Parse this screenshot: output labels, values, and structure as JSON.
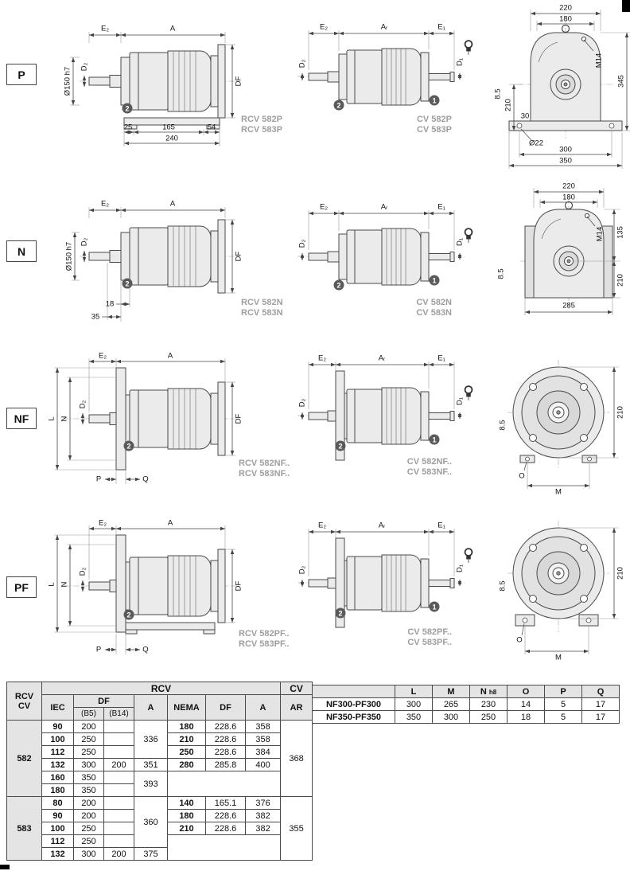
{
  "rows": {
    "p": {
      "label": "P",
      "left": {
        "e2": "E₂",
        "a": "A",
        "shaft": "Ø150 h7",
        "d2": "D₂",
        "df": "DF",
        "badge": "2",
        "d25": "25",
        "d165": "165",
        "d54": "54",
        "d240": "240",
        "cap1": "RCV 582P",
        "cap2": "RCV 583P"
      },
      "mid": {
        "e2": "E₂",
        "ar": "Aᵣ",
        "e1": "E₁",
        "d2": "D₂",
        "d1": "D₁",
        "badge2": "2",
        "badge1": "1",
        "cap1": "CV 582P",
        "cap2": "CV 583P"
      },
      "end": {
        "d220": "220",
        "d180": "180",
        "m14": "M14",
        "d345": "345",
        "d85": "8.5",
        "d210": "210",
        "d30": "30",
        "d22": "Ø22",
        "d300": "300",
        "d350": "350"
      }
    },
    "n": {
      "label": "N",
      "left": {
        "e2": "E₂",
        "a": "A",
        "shaft": "Ø150 h7",
        "d2": "D₂",
        "df": "DF",
        "badge": "2",
        "d18": "18",
        "d35": "35",
        "cap1": "RCV 582N",
        "cap2": "RCV 583N"
      },
      "mid": {
        "e2": "E₂",
        "ar": "Aᵣ",
        "e1": "E₁",
        "d2": "D₂",
        "d1": "D₁",
        "badge2": "2",
        "badge1": "1",
        "cap1": "CV 582N",
        "cap2": "CV 583N"
      },
      "end": {
        "d220": "220",
        "d180": "180",
        "m14": "M14",
        "d135": "135",
        "d210": "210",
        "d85": "8.5",
        "d285": "285"
      }
    },
    "nf": {
      "label": "NF",
      "left": {
        "e2": "E₂",
        "a": "A",
        "l": "L",
        "n": "N",
        "d2": "D₂",
        "df": "DF",
        "badge": "2",
        "p": "P",
        "q": "Q",
        "cap1": "RCV 582NF..",
        "cap2": "RCV 583NF.."
      },
      "mid": {
        "e2": "E₂",
        "ar": "Aᵣ",
        "e1": "E₁",
        "d2": "D₂",
        "d1": "D₁",
        "badge2": "2",
        "badge1": "1",
        "cap1": "CV 582NF..",
        "cap2": "CV 583NF.."
      },
      "end": {
        "d210": "210",
        "o": "O",
        "m": "M",
        "d85": "8.5"
      }
    },
    "pf": {
      "label": "PF",
      "left": {
        "e2": "E₂",
        "a": "A",
        "l": "L",
        "n": "N",
        "d2": "D₂",
        "df": "DF",
        "badge": "2",
        "p": "P",
        "q": "Q",
        "cap1": "RCV 582PF..",
        "cap2": "RCV 583PF.."
      },
      "mid": {
        "e2": "E₂",
        "ar": "Aᵣ",
        "e1": "E₁",
        "d2": "D₂",
        "d1": "D₁",
        "badge2": "2",
        "badge1": "1",
        "cap1": "CV 582PF..",
        "cap2": "CV 583PF.."
      },
      "end": {
        "d210": "210",
        "o": "O",
        "m": "M",
        "d85": "8.5"
      }
    }
  },
  "lt": {
    "corner1": "RCV",
    "corner2": "CV",
    "title_rcv": "RCV",
    "title_cv": "CV",
    "h_iec": "IEC",
    "h_df": "DF",
    "h_b5": "(B5)",
    "h_b14": "(B14)",
    "h_a": "A",
    "h_nema": "NEMA",
    "h_df2": "DF",
    "h_a2": "A",
    "h_ar": "AR",
    "g582": {
      "name": "582",
      "ar": "368",
      "iec": [
        "90",
        "100",
        "112",
        "132",
        "160",
        "180"
      ],
      "b5": [
        "200",
        "250",
        "250",
        "300",
        "350",
        "350"
      ],
      "b14_132": "200",
      "a_90_112": "336",
      "a_132": "351",
      "a_160_180": "393",
      "nema": [
        "180",
        "210",
        "250",
        "280"
      ],
      "df": [
        "228.6",
        "228.6",
        "228.6",
        "285.8"
      ],
      "a2": [
        "358",
        "358",
        "384",
        "400"
      ]
    },
    "g583": {
      "name": "583",
      "ar": "355",
      "iec": [
        "80",
        "90",
        "100",
        "112",
        "132"
      ],
      "b5": [
        "200",
        "200",
        "250",
        "250",
        "300"
      ],
      "b14_132": "200",
      "a_80_112": "360",
      "a_132": "375",
      "nema": [
        "140",
        "180",
        "210"
      ],
      "df": [
        "165.1",
        "228.6",
        "228.6"
      ],
      "a2": [
        "376",
        "382",
        "382"
      ]
    }
  },
  "rt": {
    "h_l": "L",
    "h_m": "M",
    "h_n": "N",
    "h_n_sub": "h8",
    "h_o": "O",
    "h_p": "P",
    "h_q": "Q",
    "rows": [
      {
        "name": "NF300-PF300",
        "l": "300",
        "m": "265",
        "n": "230",
        "o": "14",
        "p": "5",
        "q": "17"
      },
      {
        "name": "NF350-PF350",
        "l": "350",
        "m": "300",
        "n": "250",
        "o": "18",
        "p": "5",
        "q": "17"
      }
    ]
  }
}
